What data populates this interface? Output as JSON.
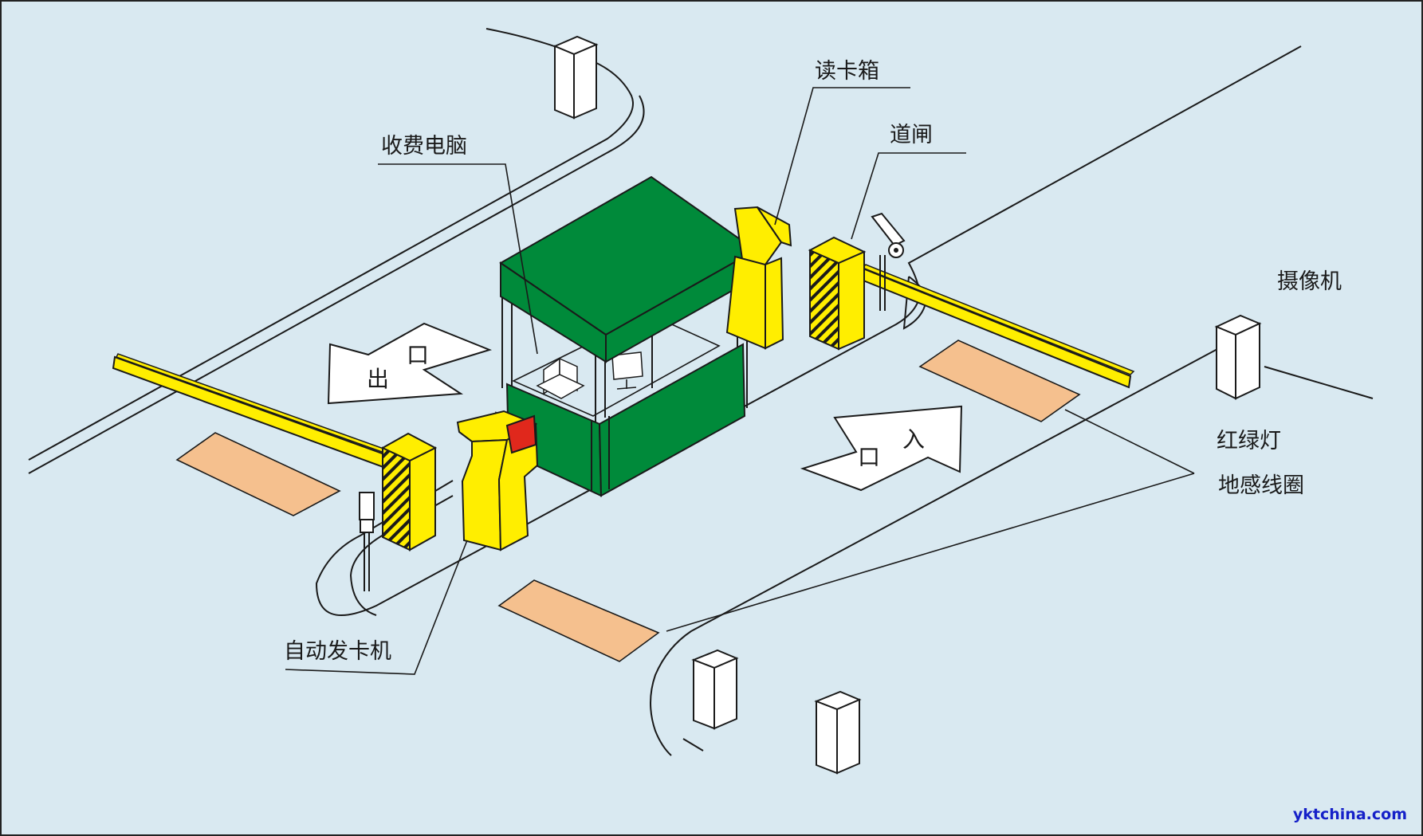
{
  "labels": {
    "toll_computer": "收费电脑",
    "card_reader_box": "读卡箱",
    "barrier_gate": "道闸",
    "camera": "摄像机",
    "traffic_light": "红绿灯",
    "ground_loop": "地感线圈",
    "auto_card_dispenser": "自动发卡机"
  },
  "signs": {
    "exit_chars": [
      "出",
      "口"
    ],
    "entrance_chars": [
      "口",
      "入"
    ]
  },
  "watermark": "yktchina.com",
  "colors": {
    "background": "#d9e9f1",
    "booth_green": "#008a3a",
    "equipment_yellow": "#ffee00",
    "loop_pad": "#f5c08e",
    "dispenser_red": "#e0281c",
    "watermark_blue": "#1520c8"
  },
  "icons": [
    "booth",
    "barrier-arm",
    "gate-cabinet",
    "card-reader-box",
    "card-dispenser",
    "camera",
    "traffic-light",
    "ground-loop",
    "bollard",
    "direction-arrow"
  ]
}
